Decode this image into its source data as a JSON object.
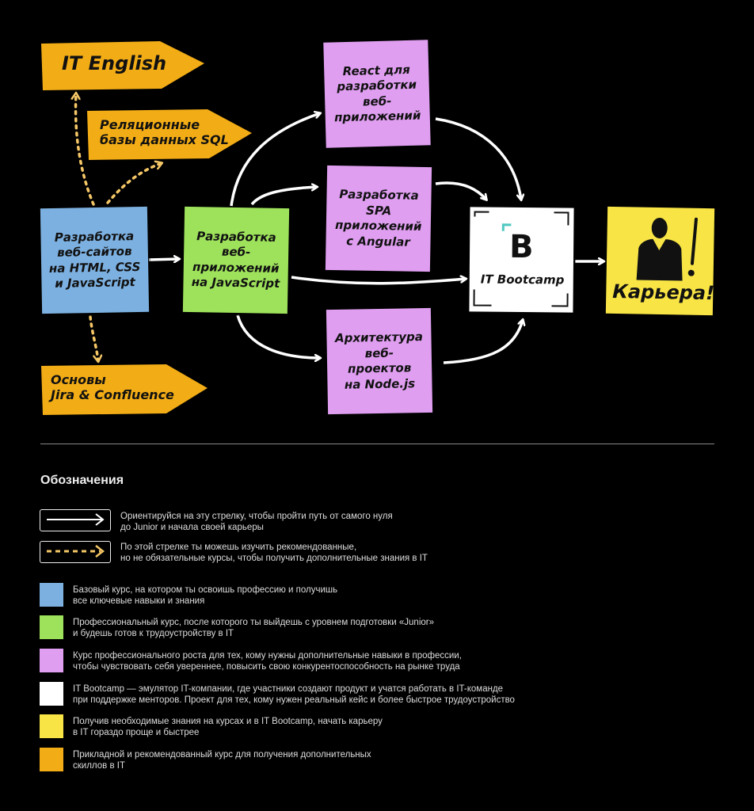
{
  "tags": {
    "english": "IT English",
    "sql": "Реляционные\nбазы данных SQL",
    "jira": "Основы\nJira & Confluence"
  },
  "notes": {
    "blue": "Разработка\nвеб-сайтов\nна HTML, CSS\nи JavaScript",
    "green": "Разработка\nвеб-\nприложений\nна JavaScript",
    "react": "React для\nразработки\nвеб-\nприложений",
    "angular": "Разработка\nSPA\nприложений\nс Angular",
    "node": "Архитектура\nвеб-\nпроектов\nна Node.js",
    "bootcamp": "IT Bootcamp",
    "bootcamp_logo": "B",
    "career": "Карьера!"
  },
  "legend": {
    "title": "Обозначения",
    "arrow_solid": "Ориентируйся на эту стрелку, чтобы пройти путь от самого нуля\nдо Junior и начала своей карьеры",
    "arrow_dashed": "По этой стрелке ты можешь изучить рекомендованные,\nно не обязательные курсы, чтобы получить дополнительные знания в IT",
    "items": [
      {
        "color": "#7cb0e0",
        "text": "Базовый курс, на котором ты освоишь профессию и получишь\nвсе ключевые навыки и знания"
      },
      {
        "color": "#9ee25c",
        "text": "Профессиональный курс, после которого ты выйдешь с уровнем подготовки «Junior»\nи будешь готов к трудоустройству в IT"
      },
      {
        "color": "#df9ef0",
        "text": "Курс профессионального роста для тех, кому нужны дополнительные навыки в профессии,\nчтобы чувствовать себя увереннее, повысить свою конкурентоспособность на рынке труда"
      },
      {
        "color": "#ffffff",
        "text": "IT Bootcamp — эмулятор IT-компании, где участники создают продукт и учатся работать в IT-команде\nпри поддержке менторов. Проект для тех, кому нужен реальный кейс и более быстрое трудоустройство"
      },
      {
        "color": "#f8e545",
        "text": "Получив необходимые знания на курсах и в IT Bootcamp, начать карьеру\nв IT гораздо проще и быстрее"
      },
      {
        "color": "#f2ac16",
        "text": "Прикладной и рекомендованный курс для получения дополнительных\nскиллов в IT"
      }
    ]
  },
  "colors": {
    "blue": "#7cb0e0",
    "green": "#9ee25c",
    "pink": "#df9ef0",
    "white": "#ffffff",
    "yellow": "#f8e545",
    "orange": "#f2ac16",
    "dashed_arrow": "#f5c766"
  }
}
